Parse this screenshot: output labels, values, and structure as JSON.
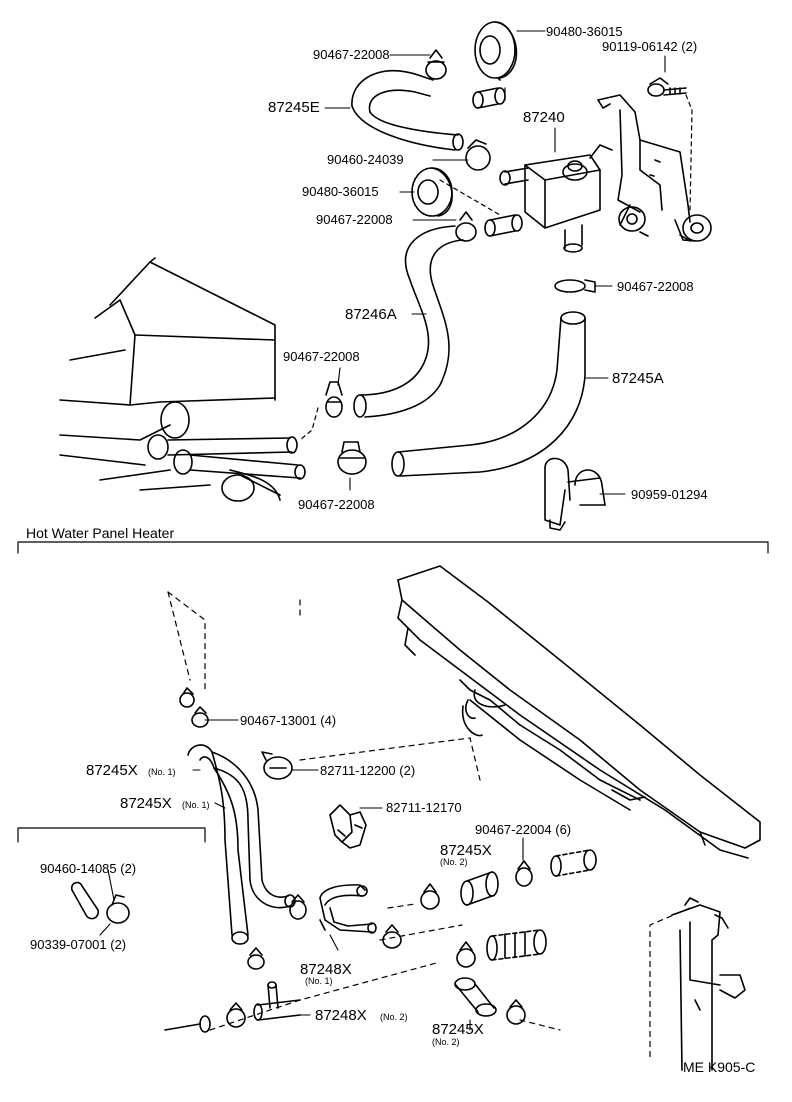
{
  "section_title": "Hot Water Panel Heater",
  "drawing_code": "ME K905-C",
  "labels": {
    "p90480_36015_top": "90480-36015",
    "p90467_22008_a": "90467-22008",
    "p90119_06142": "90119-06142 (2)",
    "p87245E": "87245E",
    "p87240": "87240",
    "p90460_24039": "90460-24039",
    "p90480_36015_mid": "90480-36015",
    "p90467_22008_b": "90467-22008",
    "p90467_22008_c": "90467-22008",
    "p87246A": "87246A",
    "p90467_22008_d": "90467-22008",
    "p87245A": "87245A",
    "p90467_22008_e": "90467-22008",
    "p90959_01294": "90959-01294",
    "p90467_13001": "90467-13001 (4)",
    "p87245X_1a": "87245X",
    "p87245X_1b": "87245X",
    "p82711_12200": "82711-12200 (2)",
    "p82711_12170": "82711-12170",
    "p90467_22004": "90467-22004 (6)",
    "p87245X_2a": "87245X",
    "p90460_14085": "90460-14085 (2)",
    "p90339_07001": "90339-07001 (2)",
    "p87248X_1": "87248X",
    "p87248X_2": "87248X",
    "p87245X_2b": "87245X"
  },
  "sublabels": {
    "no1": "(No. 1)",
    "no2": "(No. 2)"
  }
}
